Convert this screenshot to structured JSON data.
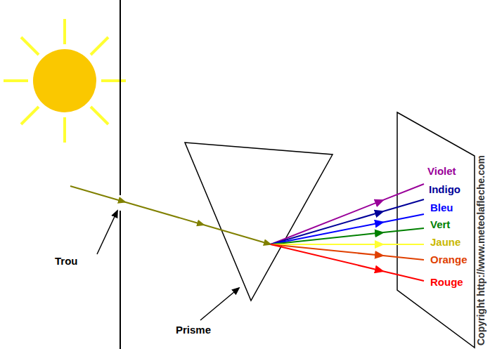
{
  "diagram": {
    "labels": [
      "Trou",
      "Prisme",
      "Violet",
      "Indigo",
      "Bleu",
      "Vert",
      "Jaune",
      "Orange",
      "Rouge",
      "Copyright http://www.meteolafleche.com"
    ]
  }
}
